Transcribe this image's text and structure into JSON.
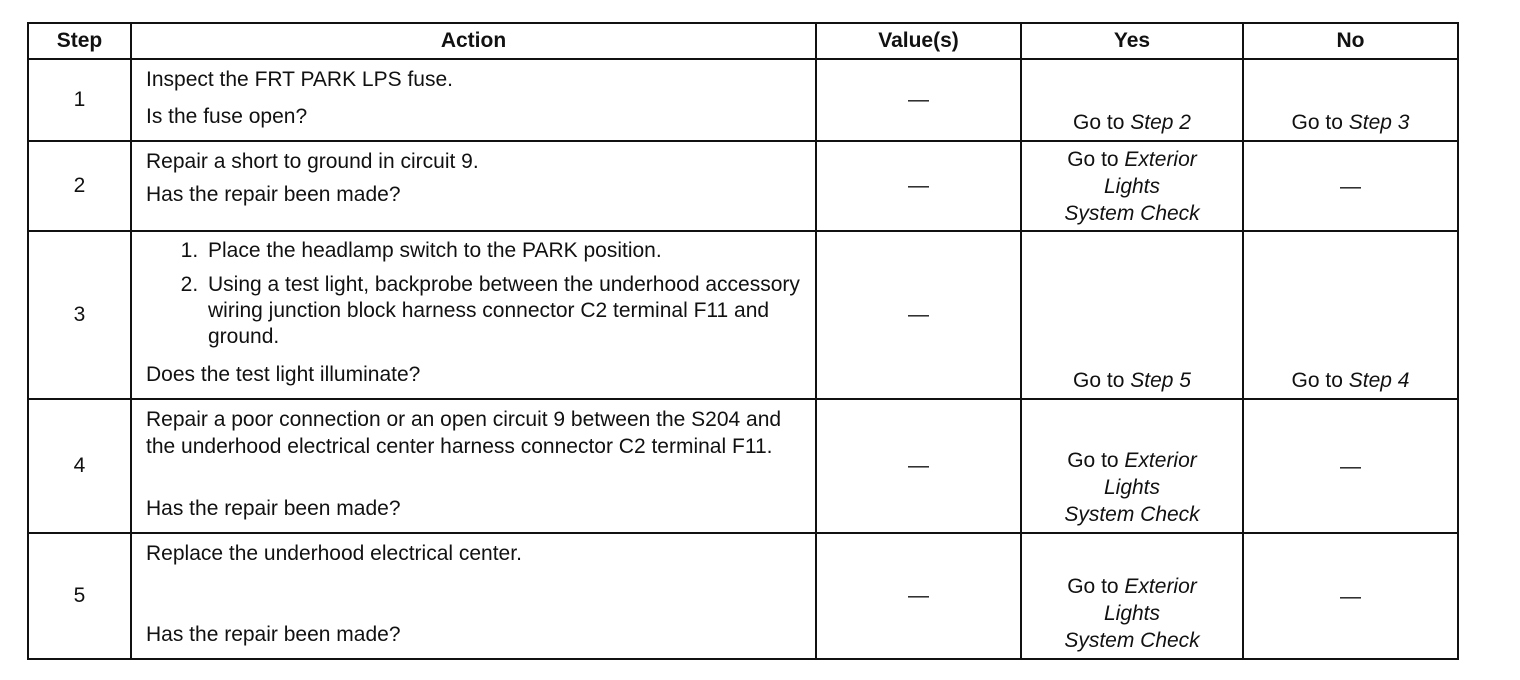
{
  "headers": {
    "step": "Step",
    "action": "Action",
    "values": "Value(s)",
    "yes": "Yes",
    "no": "No"
  },
  "rows": [
    {
      "step": "1",
      "action_lines": [
        "Inspect the FRT PARK LPS fuse.",
        "Is the fuse open?"
      ],
      "value": "—",
      "yes_prefix": "Go to ",
      "yes_ref": "Step 2",
      "no_prefix": "Go to ",
      "no_ref": "Step 3"
    },
    {
      "step": "2",
      "action_lines": [
        "Repair a short to ground in circuit 9.",
        "Has the repair been made?"
      ],
      "value": "—",
      "yes_prefix": "Go to ",
      "yes_ref_1": "Exterior",
      "yes_ref_2": "Lights",
      "yes_ref_3": "System Check",
      "no": "—"
    },
    {
      "step": "3",
      "action_steps": [
        "Place the headlamp switch to the PARK position.",
        "Using a test light, backprobe between the underhood accessory wiring junction block harness connector C2 terminal F11 and ground."
      ],
      "action_question": "Does the test light illuminate?",
      "value": "—",
      "yes_prefix": "Go to ",
      "yes_ref": "Step 5",
      "no_prefix": "Go to ",
      "no_ref": "Step 4"
    },
    {
      "step": "4",
      "action_lines": [
        "Repair a poor connection or an open circuit 9 between the S204 and the underhood electrical center harness connector C2 terminal F11.",
        "Has the repair been made?"
      ],
      "value": "—",
      "yes_prefix": "Go to ",
      "yes_ref_1": "Exterior",
      "yes_ref_2": "Lights",
      "yes_ref_3": "System Check",
      "no": "—"
    },
    {
      "step": "5",
      "action_lines": [
        "Replace the underhood electrical center.",
        "Has the repair been made?"
      ],
      "value": "—",
      "yes_prefix": "Go to ",
      "yes_ref_1": "Exterior",
      "yes_ref_2": "Lights",
      "yes_ref_3": "System Check",
      "no": "—"
    }
  ]
}
